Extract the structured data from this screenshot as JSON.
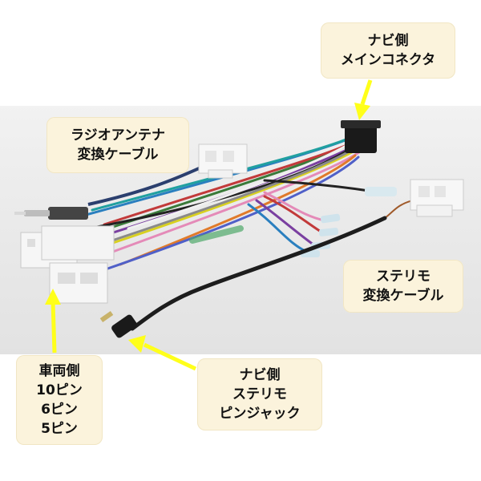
{
  "callouts": {
    "main_connector": {
      "line1": "ナビ側",
      "line2": "メインコネクタ"
    },
    "radio_antenna": {
      "line1": "ラジオアンテナ",
      "line2": "変換ケーブル"
    },
    "stereo_cable": {
      "line1": "ステリモ",
      "line2": "変換ケーブル"
    },
    "car_side": {
      "line1": "車両側",
      "line2": "10ピン",
      "line3": "6ピン",
      "line4": "5ピン"
    },
    "stereo_jack": {
      "line1": "ナビ側",
      "line2": "ステリモ",
      "line3": "ピンジャック"
    }
  },
  "colors": {
    "arrow": "#ffff1a",
    "callout_bg": "#fbf3dc",
    "background_band": "#ececec"
  }
}
